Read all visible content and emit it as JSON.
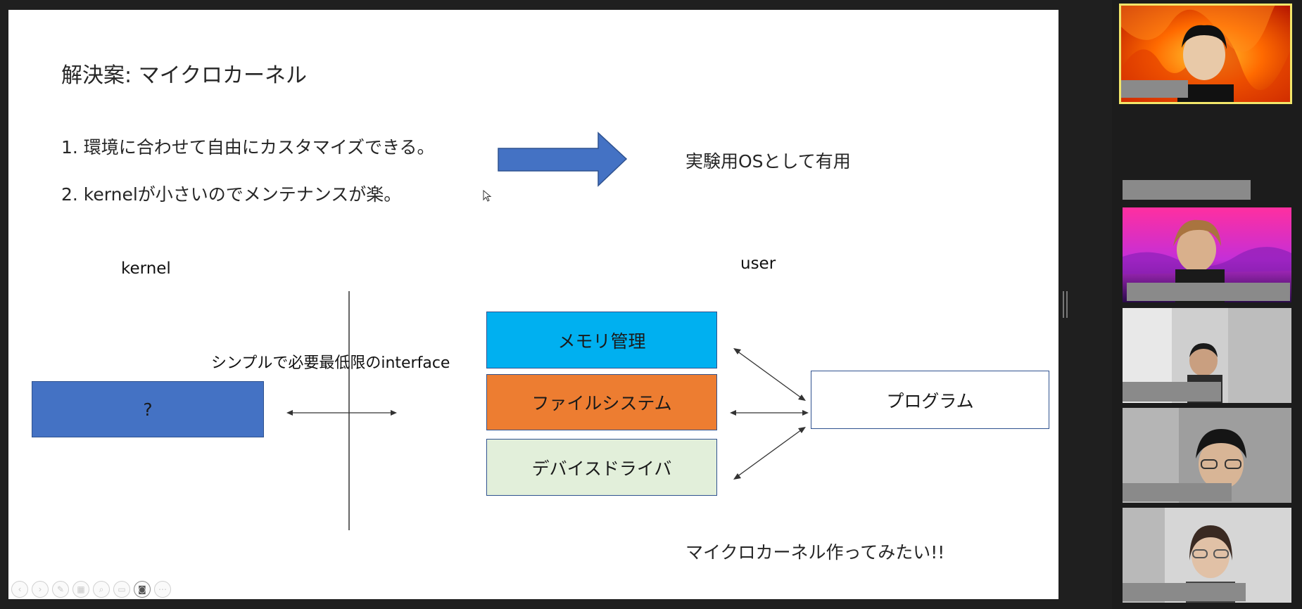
{
  "slide": {
    "title": "解決案: マイクロカーネル",
    "points": [
      "1. 環境に合わせて自由にカスタマイズできる。",
      "2. kernelが小さいのでメンテナンスが楽。"
    ],
    "result_text": "実験用OSとして有用",
    "kernel_label": "kernel",
    "user_label": "user",
    "interface_label": "シンプルで必要最低限のinterface",
    "kernel_box": "?",
    "user_boxes": [
      {
        "label": "メモリ管理",
        "color": "#00b0f0"
      },
      {
        "label": "ファイルシステム",
        "color": "#ed7d31"
      },
      {
        "label": "デバイスドライバ",
        "color": "#e2efda"
      }
    ],
    "program_box": "プログラム",
    "closing_text": "マイクロカーネル作ってみたい!!"
  },
  "colors": {
    "arrow_fill": "#4472c4",
    "box_border": "#2f528f",
    "kernel_box": "#4472c4",
    "active_speaker_border": "#f2e66a"
  },
  "toolbar_icons": [
    "prev-icon",
    "next-icon",
    "pen-icon",
    "slides-icon",
    "zoom-icon",
    "subtitles-icon",
    "camera-icon",
    "more-icon"
  ],
  "participants": [
    {
      "background": "fire",
      "active": true
    },
    {
      "background": "none",
      "video": false
    },
    {
      "background": "purple-waves"
    },
    {
      "background": "room"
    },
    {
      "background": "room"
    },
    {
      "background": "room"
    }
  ]
}
